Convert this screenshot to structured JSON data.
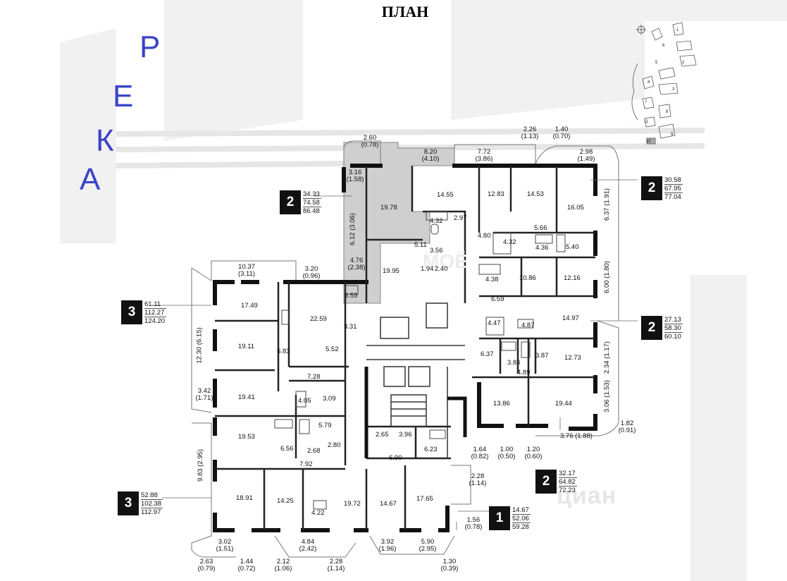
{
  "title": "ПЛАН",
  "river_letters": [
    "Р",
    "Е",
    "К",
    "А"
  ],
  "watermark": "циан",
  "watermark2": "МОЁ",
  "room_areas": {
    "r1": "19.78",
    "r2": "14.55",
    "r3": "4.32",
    "r4": "2.97",
    "r5": "5.11",
    "r6": "3.56",
    "r7": "19.95",
    "r8": "1.94",
    "r9": "2.40",
    "r10": "12.83",
    "r11": "14.53",
    "r12": "16.05",
    "r13": "5.66",
    "r14": "4.80",
    "r15": "4.32",
    "r16": "4.36",
    "r17": "5.40",
    "r18": "4.38",
    "r19": "10.86",
    "r20": "12.16",
    "r21": "6.59",
    "r22": "4.47",
    "r23": "4.87",
    "r24": "14.97",
    "r25": "6.37",
    "r26": "3.86",
    "r27": "3.87",
    "r28": "12.73",
    "r29": "4.89",
    "r30": "13.86",
    "r31": "19.44",
    "r32": "17.49",
    "r33": "22.59",
    "r34": "3.59",
    "r35": "3.31",
    "r36": "19.11",
    "r37": "6.83",
    "r38": "5.52",
    "r39": "7.28",
    "r40": "19.41",
    "r41": "4.05",
    "r42": "3.09",
    "r43": "19.53",
    "r44": "5.79",
    "r45": "6.56",
    "r46": "2.68",
    "r47": "2.80",
    "r48": "7.92",
    "r49": "2.65",
    "r50": "3.96",
    "r51": "6.23",
    "r52": "6.90",
    "r53": "18.91",
    "r54": "14.25",
    "r55": "4.22",
    "r56": "19.72",
    "r57": "14.67",
    "r58": "17.65"
  },
  "balconies": {
    "b1": "2.60",
    "b1s": "(0.78)",
    "b2": "8.20",
    "b2s": "(4.10)",
    "b3": "7.72",
    "b3s": "(3.86)",
    "b4": "2.26",
    "b4s": "(1.13)",
    "b5": "1.40",
    "b5s": "(0.70)",
    "b6": "2.98",
    "b6s": "(1.49)",
    "b7": "3.16",
    "b7s": "(1.58)",
    "b8": "6.12 (3.06)",
    "b9": "4.76",
    "b9s": "(2.38)",
    "b10": "6.37 (1.91)",
    "b11": "6.00 (1.80)",
    "b12": "2.34 (1.17)",
    "b13": "3.06 (1.53)",
    "b14": "1.82",
    "b14s": "(0.91)",
    "b15": "3.76 (1.88)",
    "b16": "10.37",
    "b16s": "(3.11)",
    "b17": "3.20",
    "b17s": "(0.96)",
    "b18": "12.30 (6.15)",
    "b19": "3.42",
    "b19s": "(1.71)",
    "b20": "9.83 (2.95)",
    "b21": "1.64",
    "b21s": "(0.82)",
    "b22": "1.00",
    "b22s": "(0.50)",
    "b23": "1.20",
    "b23s": "(0.60)",
    "b24": "2.28",
    "b24s": "(1.14)",
    "b25": "1.56",
    "b25s": "(0.78)",
    "b26": "3.02",
    "b26s": "(1.51)",
    "b27": "2.63",
    "b27s": "(0.79)",
    "b28": "1.44",
    "b28s": "(0.72)",
    "b29": "4.84",
    "b29s": "(2.42)",
    "b30": "2.12",
    "b30s": "(1.06)",
    "b31": "2.28",
    "b31s": "(1.14)",
    "b32": "3.92",
    "b32s": "(1.96)",
    "b33": "5.90",
    "b33s": "(2.95)",
    "b34": "1.30",
    "b34s": "(0.39)"
  },
  "apartments": [
    {
      "rooms": "2",
      "living": "34.33",
      "total": "74.58",
      "total_b": "86.48"
    },
    {
      "rooms": "2",
      "living": "30.58",
      "total": "67.95",
      "total_b": "77.04"
    },
    {
      "rooms": "3",
      "living": "61.11",
      "total": "112.27",
      "total_b": "124.20"
    },
    {
      "rooms": "2",
      "living": "27.13",
      "total": "58.30",
      "total_b": "60.10"
    },
    {
      "rooms": "2",
      "living": "32.17",
      "total": "64.82",
      "total_b": "72.23"
    },
    {
      "rooms": "3",
      "living": "52.88",
      "total": "102.38",
      "total_b": "112.97"
    },
    {
      "rooms": "1",
      "living": "14.67",
      "total": "52.06",
      "total_b": "59.28"
    }
  ],
  "site_map_numbers": [
    "1",
    "2",
    "3",
    "4",
    "5",
    "6",
    "7",
    "8",
    "9",
    "10",
    "11"
  ],
  "colors": {
    "wall": "#111111",
    "highlight": "#cfcfcf",
    "river": "#3a44c8",
    "bg_shape": "#f1f1f1"
  }
}
